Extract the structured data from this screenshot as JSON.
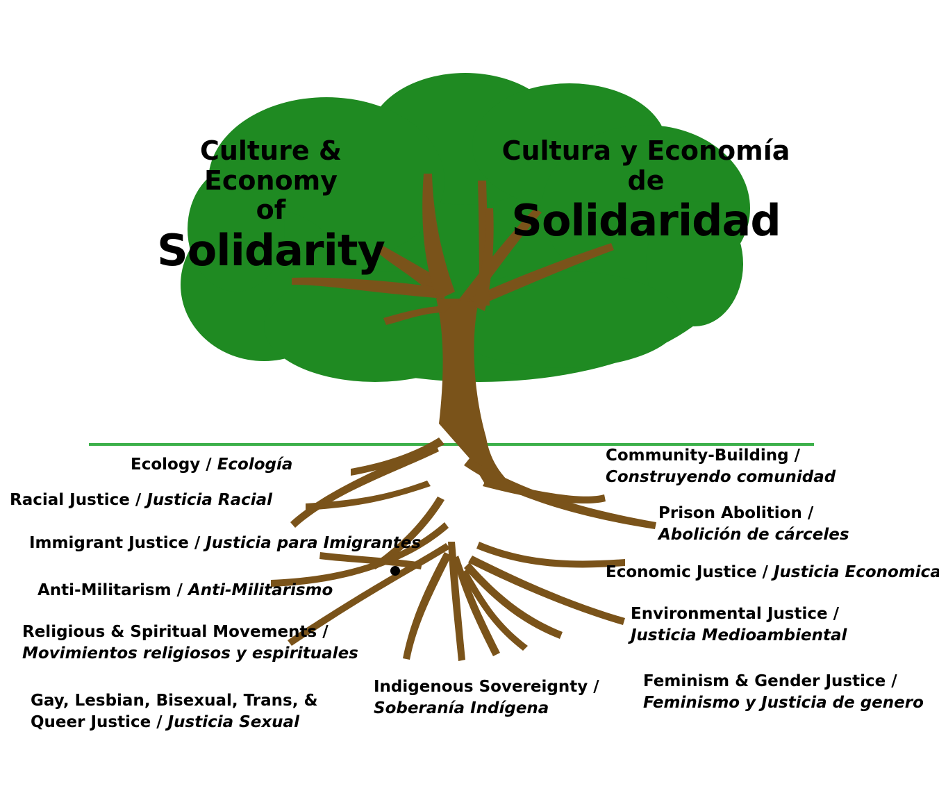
{
  "colors": {
    "canopy": "#1f8a22",
    "trunk": "#7a531a",
    "ground": "#3cb04a",
    "text": "#000000"
  },
  "title_en": {
    "line1": "Culture & Economy",
    "line2": "of",
    "line3": "Solidarity"
  },
  "title_es": {
    "line1": "Cultura y Economía",
    "line2": "de",
    "line3": "Solidaridad"
  },
  "roots": [
    {
      "en": "Ecology / ",
      "es": "Ecología"
    },
    {
      "en": "Racial Justice / ",
      "es": "Justicia Racial"
    },
    {
      "en": "Immigrant Justice / ",
      "es": "Justicia para Imigrantes"
    },
    {
      "en": "Anti-Militarism / ",
      "es": "Anti-Militarismo"
    },
    {
      "en": "Religious & Spiritual Movements /",
      "es": "Movimientos religiosos y espirituales"
    },
    {
      "en": "Gay, Lesbian, Bisexual, Trans, &",
      "en2": "Queer Justice / ",
      "es": "Justicia Sexual"
    },
    {
      "en": "Indigenous Sovereignty /",
      "es": "Soberanía Indígena"
    },
    {
      "en": "Community-Building /",
      "es": "Construyendo comunidad"
    },
    {
      "en": "Prison Abolition /",
      "es": "Abolición de cárceles"
    },
    {
      "en": "Economic Justice / ",
      "es": "Justicia Economica"
    },
    {
      "en": "Environmental Justice /",
      "es": "Justicia Medioambiental"
    },
    {
      "en": "Feminism & Gender Justice /",
      "es": "Feminismo y Justicia de genero"
    }
  ]
}
